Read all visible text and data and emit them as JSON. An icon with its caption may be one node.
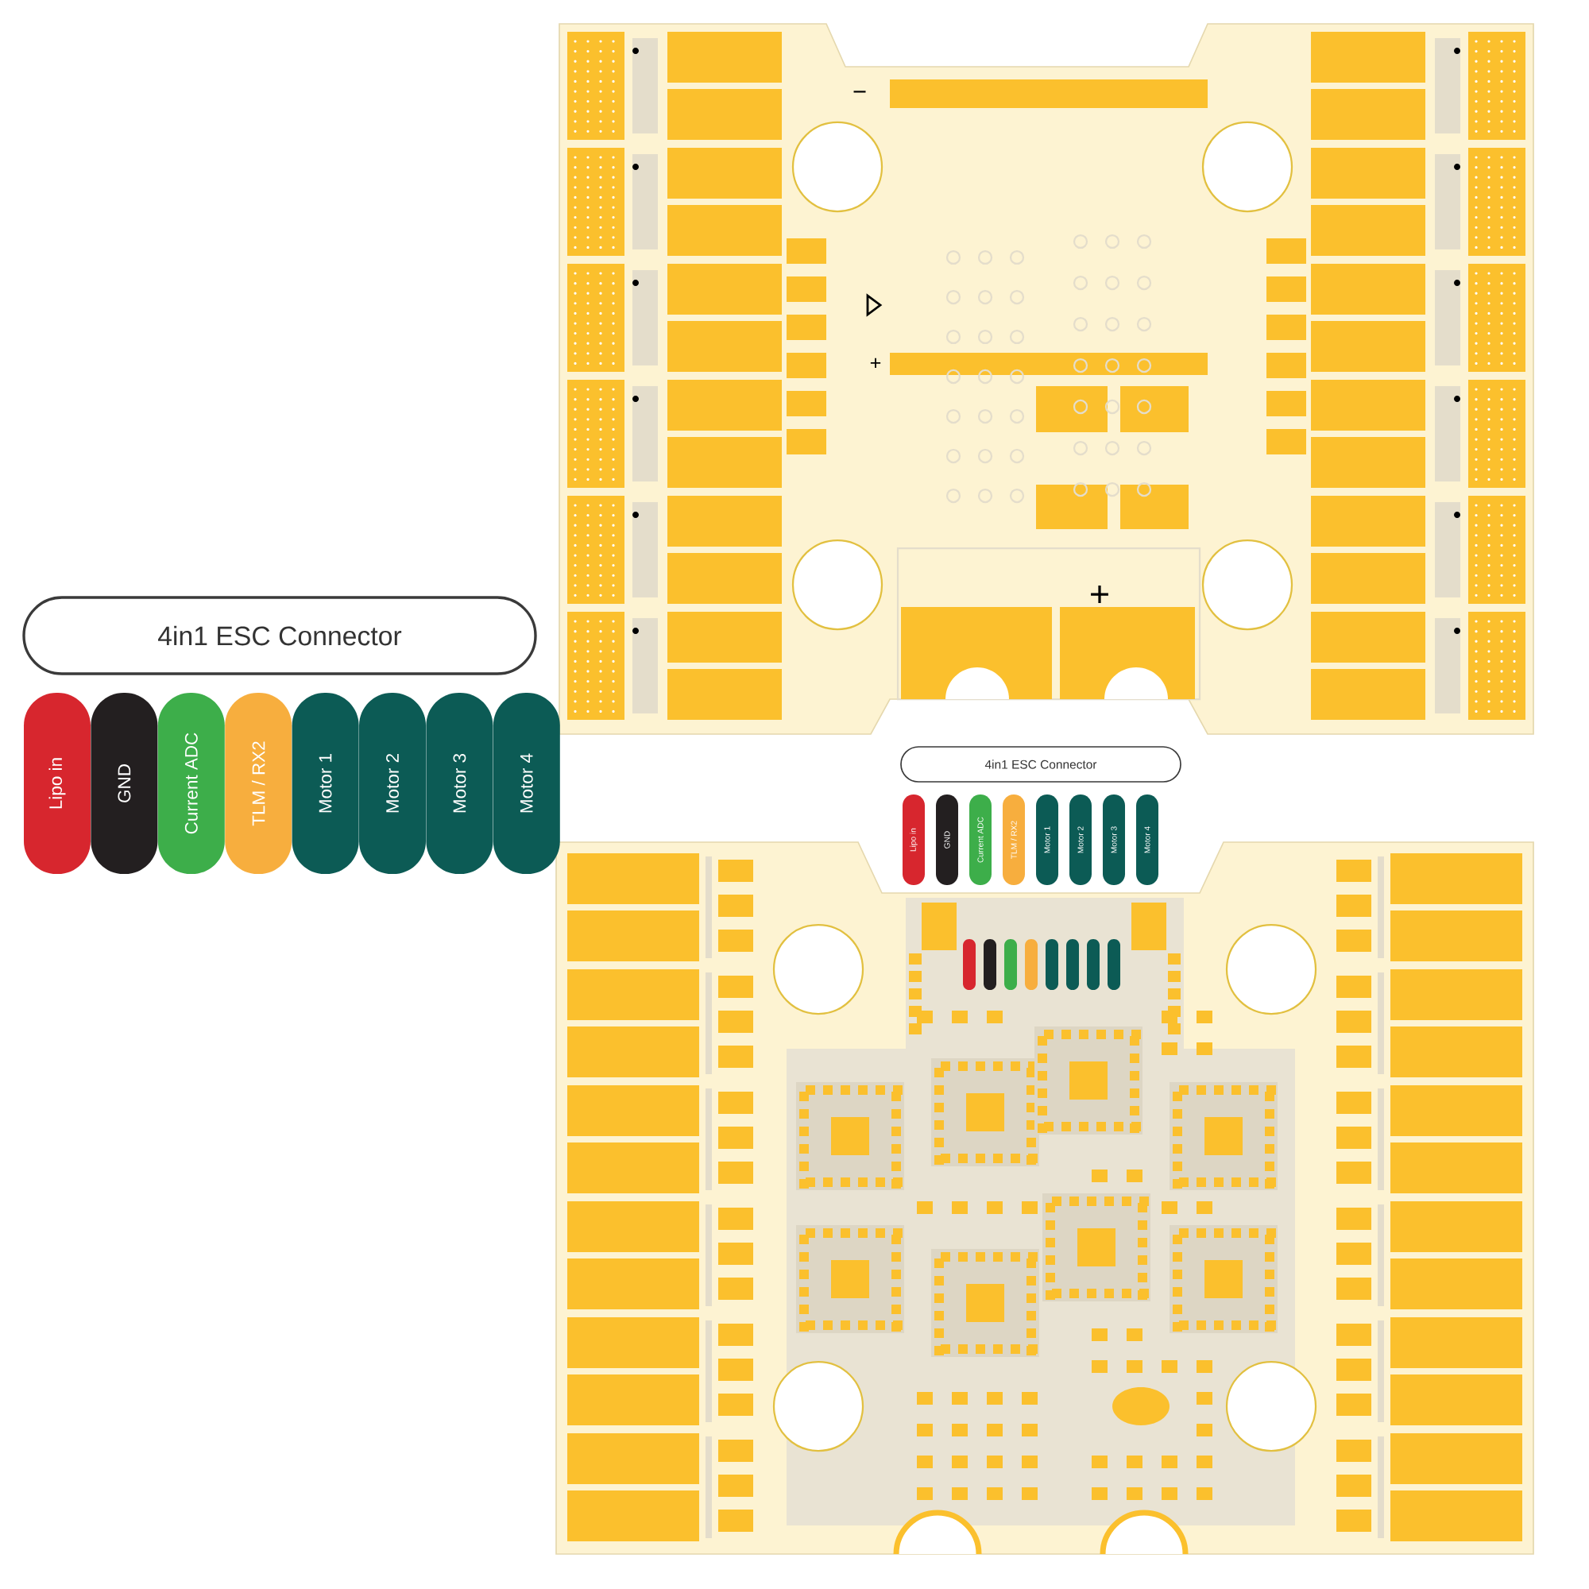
{
  "diagram": {
    "nodes": [
      {
        "text": [
          "4in1 ESC Connector"
        ]
      },
      {
        "text": [
          "Lipo in"
        ]
      },
      {
        "text": [
          "GND"
        ]
      },
      {
        "text": [
          "Current ADC"
        ]
      },
      {
        "text": [
          "TLM / RX2"
        ]
      },
      {
        "text": [
          "Motor 1"
        ]
      },
      {
        "text": [
          "Motor 2"
        ]
      },
      {
        "text": [
          "Motor 3"
        ]
      },
      {
        "text": [
          "Motor 4"
        ]
      },
      {
        "text": [
          "4in1 ESC Connector"
        ]
      },
      {
        "text": [
          "Lipo in"
        ]
      },
      {
        "text": [
          "GND"
        ]
      },
      {
        "text": [
          "Current ADC"
        ]
      },
      {
        "text": [
          "TLM / RX2"
        ]
      },
      {
        "text": [
          "Motor 1"
        ]
      },
      {
        "text": [
          "Motor 2"
        ]
      },
      {
        "text": [
          "Motor 3"
        ]
      },
      {
        "text": [
          "Motor 4"
        ]
      },
      {
        "text": [],
        "shape": "bar"
      },
      {
        "text": [],
        "shape": "bar"
      },
      {
        "text": [],
        "shape": "bar"
      },
      {
        "text": [],
        "shape": "bar"
      },
      {
        "text": [],
        "shape": "bar"
      },
      {
        "text": [],
        "shape": "bar"
      },
      {
        "text": [],
        "shape": "bar"
      },
      {
        "text": [],
        "shape": "bar"
      }
    ],
    "labels": [
      "−",
      "+",
      "+"
    ]
  }
}
